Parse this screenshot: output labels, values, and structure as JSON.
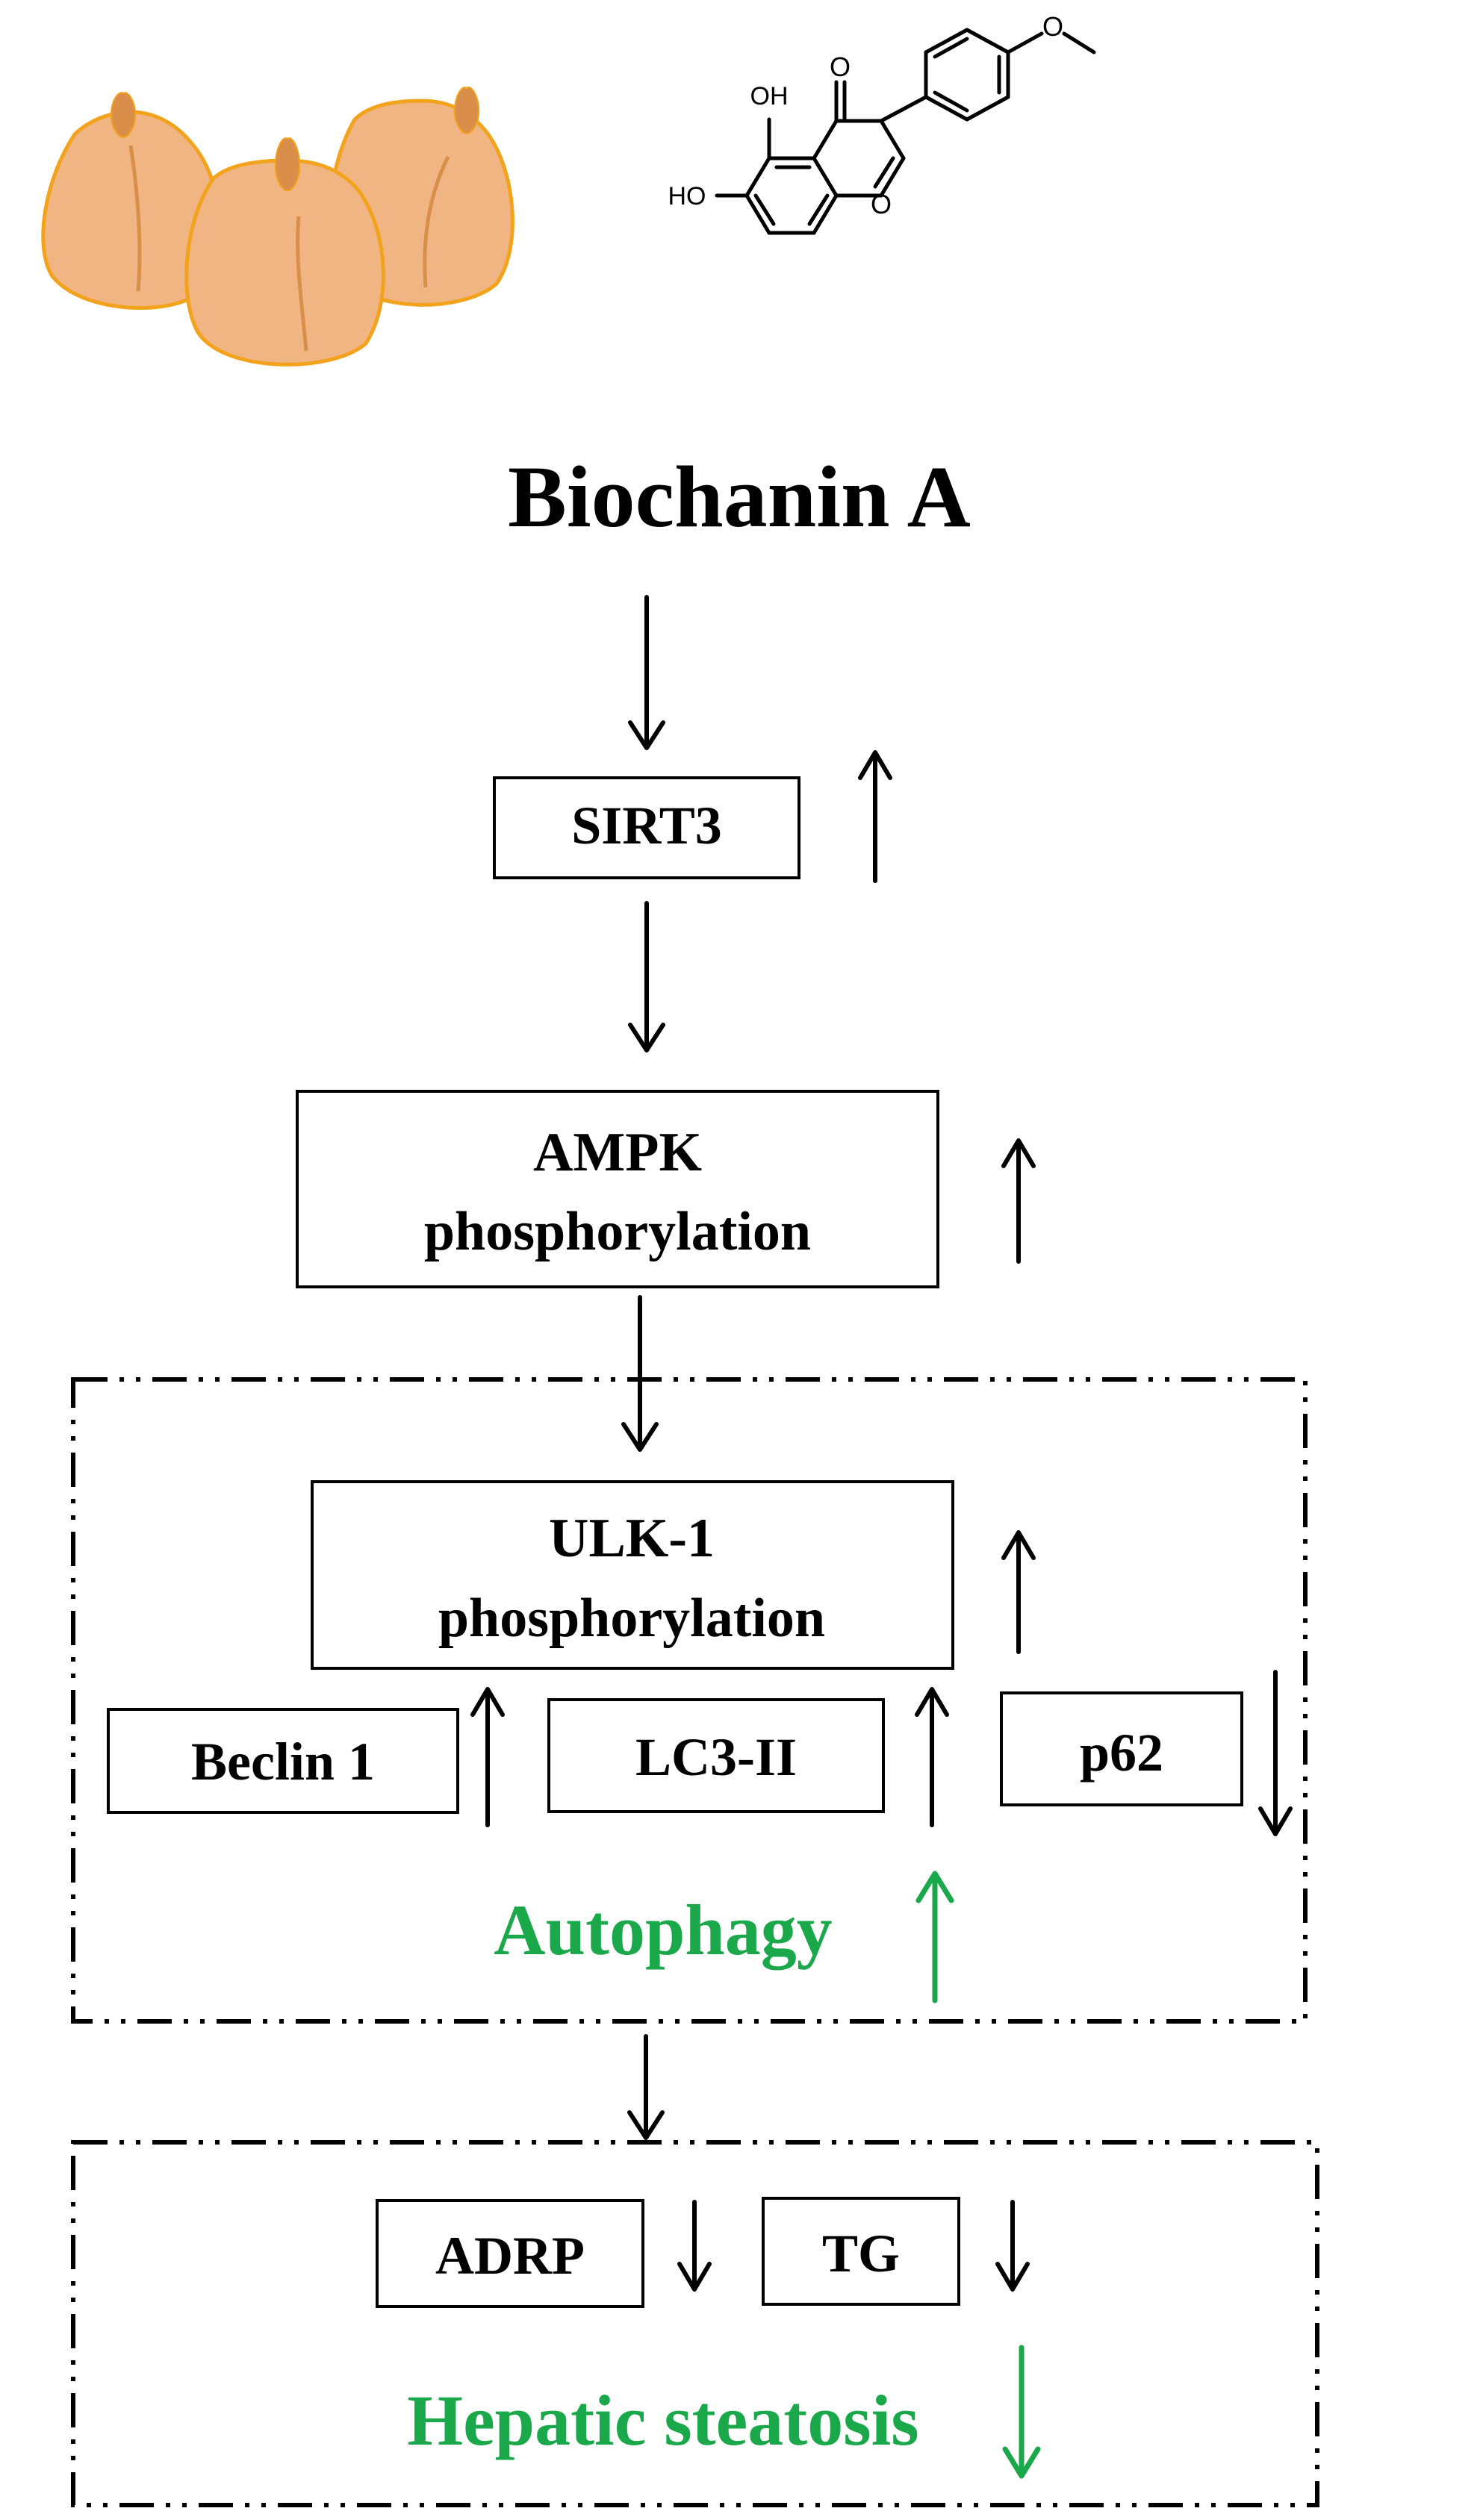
{
  "colors": {
    "ink": "#000000",
    "accent_green": "#1aa84b",
    "chickpea_fill": "#f0b583",
    "chickpea_outline": "#f3a21c",
    "chickpea_tip": "#d98f4a"
  },
  "compound": {
    "name": "Biochanin A",
    "atom_labels": {
      "oh_top": "OH",
      "oh_left": "HO",
      "carbonyl_o": "O",
      "ring_o": "O",
      "methoxy_o": "O"
    }
  },
  "pathway": {
    "sirt3": {
      "label": "SIRT3",
      "trend": "up"
    },
    "ampk": {
      "line1": "AMPK",
      "line2": "phosphorylation",
      "trend": "up"
    },
    "ulk1": {
      "line1": "ULK-1",
      "line2": "phosphorylation",
      "trend": "up"
    },
    "beclin1": {
      "label": "Beclin 1",
      "trend": "up"
    },
    "lc3": {
      "label": "LC3-II",
      "trend": "up"
    },
    "p62": {
      "label": "p62",
      "trend": "down"
    },
    "autophagy": {
      "label": "Autophagy",
      "trend": "up"
    },
    "adrp": {
      "label": "ADRP",
      "trend": "down"
    },
    "tg": {
      "label": "TG",
      "trend": "down"
    },
    "hepatic_steatosis": {
      "label": "Hepatic steatosis",
      "trend": "down"
    }
  }
}
